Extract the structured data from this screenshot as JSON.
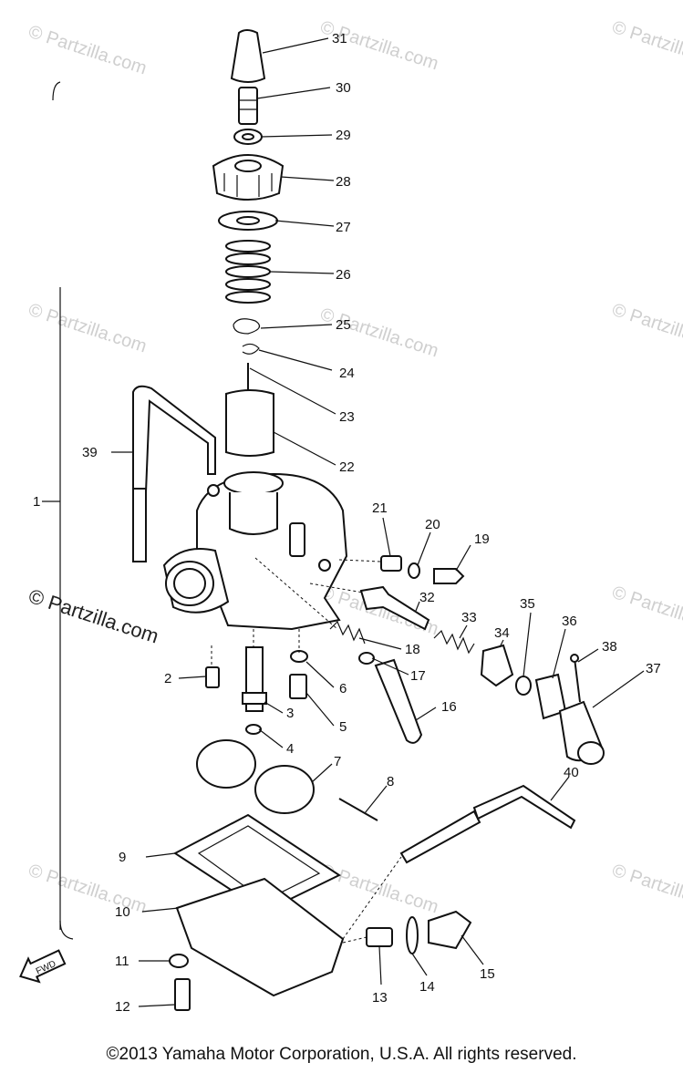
{
  "watermark": {
    "text": "© Partzilla.com",
    "primary_text": "© Partzilla.com"
  },
  "fwd_label": "FWD",
  "assembly_label": "1",
  "copyright": "©2013  Yamaha Motor Corporation, U.S.A. All rights reserved.",
  "callouts": [
    "31",
    "30",
    "29",
    "28",
    "27",
    "26",
    "25",
    "24",
    "23",
    "22",
    "39",
    "21",
    "20",
    "19",
    "32",
    "33",
    "34",
    "35",
    "36",
    "38",
    "37",
    "18",
    "17",
    "16",
    "2",
    "6",
    "5",
    "3",
    "4",
    "7",
    "8",
    "40",
    "9",
    "10",
    "11",
    "12",
    "13",
    "14",
    "15"
  ]
}
